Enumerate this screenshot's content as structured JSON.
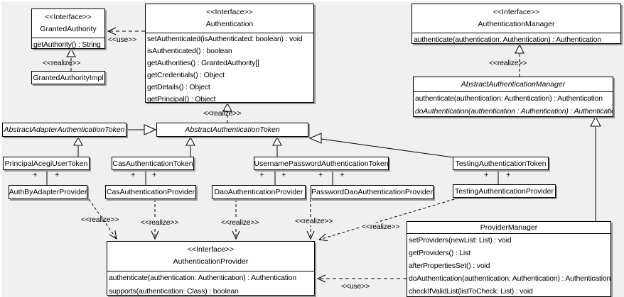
{
  "diagram": {
    "type": "uml-class-diagram",
    "subject": "Acegi / Spring Security authentication classes"
  },
  "colors": {
    "background": "#f0f0f0",
    "box_fill": "#ffffff",
    "line": "#000000",
    "shadow": "#979797"
  },
  "labels": {
    "use": "<<use>>",
    "realize": "<<realize>>",
    "plus": "+"
  },
  "classes": {
    "granted_authority": {
      "stereotype": "<<Interface>>",
      "name": "GrantedAuthority",
      "methods": [
        "getAuthority() : String"
      ]
    },
    "granted_authority_impl": {
      "name": "GrantedAuthorityImpl"
    },
    "authentication": {
      "stereotype": "<<Interface>>",
      "name": "Authentication",
      "methods": [
        "setAuthenticated(isAuthenticated: boolean) : void",
        "isAuthenticated() : boolean",
        "getAuthorities() : GrantedAuthority[]",
        "getCredentials() : Object",
        "getDetails() : Object",
        "getPrincipal() : Object"
      ]
    },
    "authentication_manager": {
      "stereotype": "<<Interface>>",
      "name": "AuthenticationManager",
      "methods": [
        "authenticate(authentication: Authentication) : Authentication"
      ]
    },
    "abstract_authentication_manager": {
      "name": "AbstractAuthenticationManager",
      "methods": [
        "authenticate(authentication: Authentication) : Authentication",
        "doAuthentication(authentication : Authentication) : Authentication"
      ]
    },
    "abstract_adapter_authentication_token": {
      "name": "AbstractAdapterAuthenticationToken"
    },
    "abstract_authentication_token": {
      "name": "AbstractAuthenticationToken"
    },
    "principal_acegi_user_token": {
      "name": "PrincipalAcegiUserToken"
    },
    "cas_authentication_token": {
      "name": "CasAuthenticationToken"
    },
    "username_password_authentication_token": {
      "name": "UsernamePasswordAuthenticationToken"
    },
    "testing_authentication_token": {
      "name": "TestingAuthenticationToken"
    },
    "auth_by_adapter_provider": {
      "name": "AuthByAdapterProvider"
    },
    "cas_authentication_provider": {
      "name": "CasAuthenticationProvider"
    },
    "dao_authentication_provider": {
      "name": "DaoAuthenticationProvider"
    },
    "password_dao_authentication_provider": {
      "name": "PasswordDaoAuthenticationProvider"
    },
    "testing_authentication_provider": {
      "name": "TestingAuthenticationProvider"
    },
    "authentication_provider": {
      "stereotype": "<<Interface>>",
      "name": "AuthenticationProvider",
      "methods": [
        "authenticate(authentication: Authentication) : Authentication",
        "supports(authentication: Class) : boolean"
      ]
    },
    "provider_manager": {
      "name": "ProviderManager",
      "methods": [
        "setProviders(newList: List) : void",
        "getProviders() : List",
        "afterPropertiesSet() : void",
        "doAuthentication(authentication: Authentication) : Authentication",
        "checkIfValidList(listToCheck: List) : void"
      ]
    }
  }
}
